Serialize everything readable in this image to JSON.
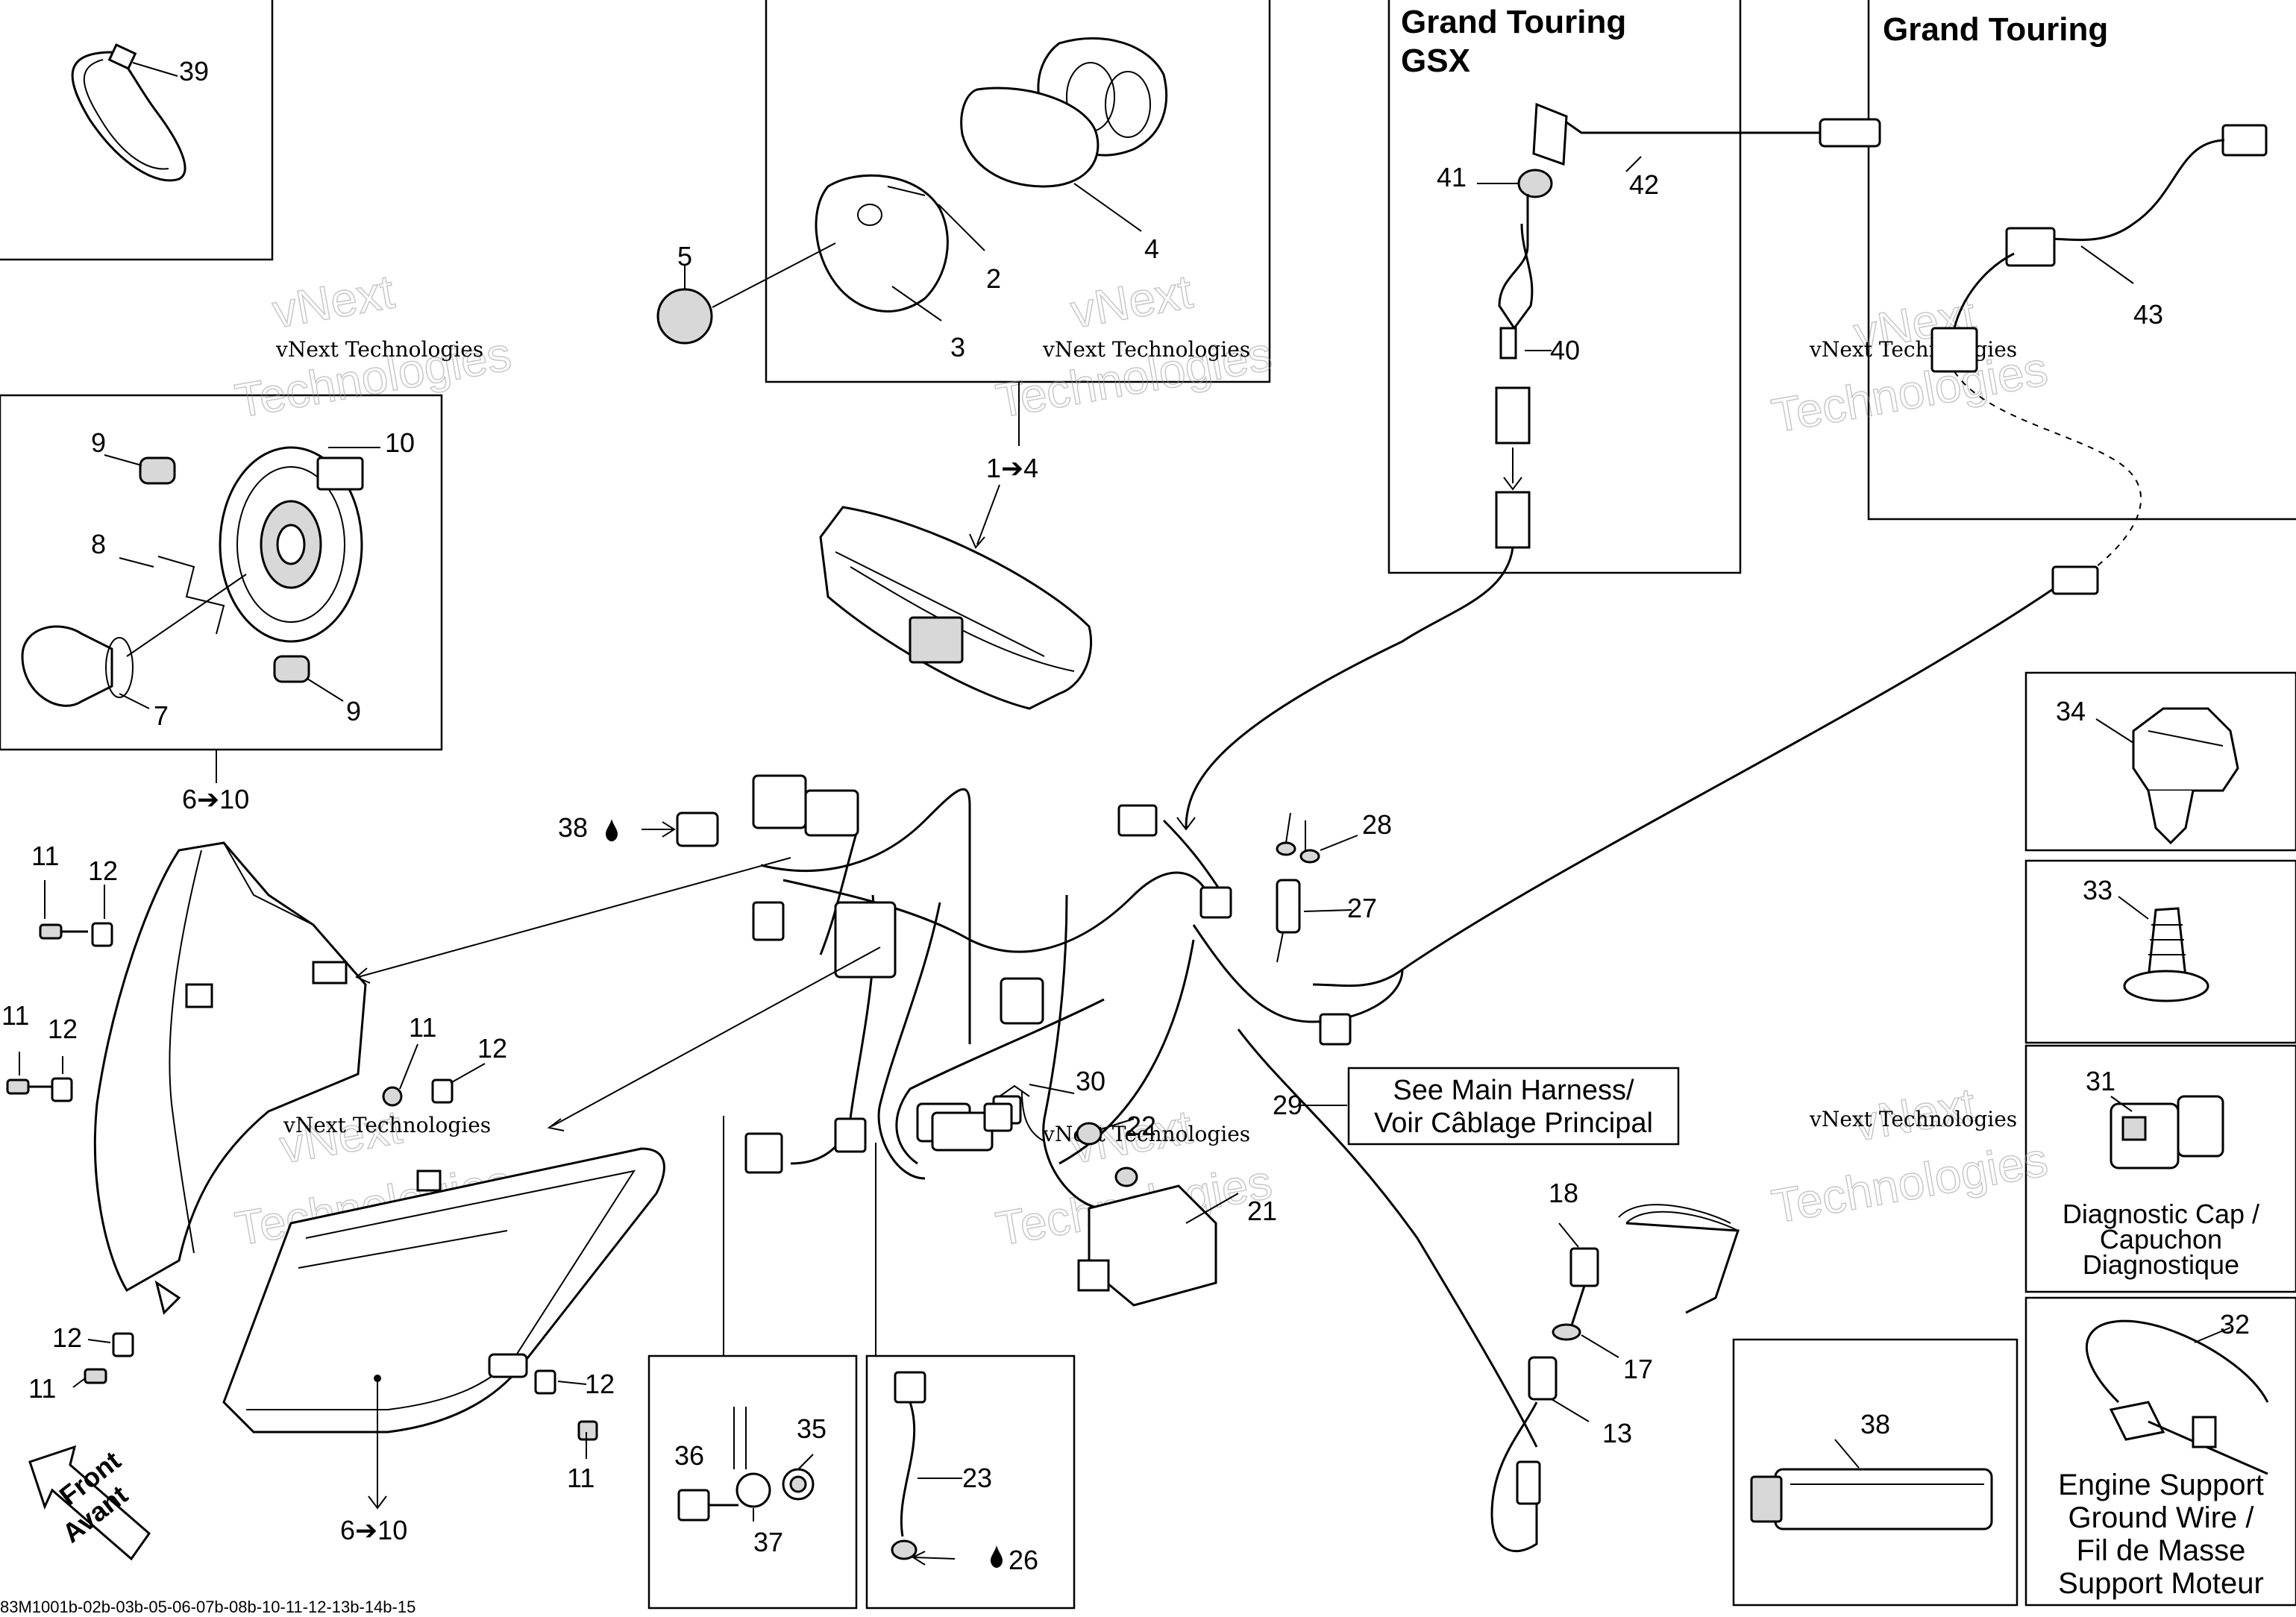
{
  "panels": {
    "gt_gsx_title_line1": "Grand Touring",
    "gt_gsx_title_line2": "GSX",
    "gt_title": "Grand Touring"
  },
  "callouts": {
    "c39": "39",
    "c5": "5",
    "c2": "2",
    "c4": "4",
    "c3": "3",
    "c41": "41",
    "c42": "42",
    "c40": "40",
    "c43": "43",
    "c9a": "9",
    "c10": "10",
    "c8": "8",
    "c7": "7",
    "c9b": "9",
    "c1to4": "1➔4",
    "c6to10_top": "6➔10",
    "c6to10_bottom": "6➔10",
    "c38_main": "38",
    "c28": "28",
    "c27": "27",
    "c11a": "11",
    "c12a": "12",
    "c11b": "11",
    "c12b": "12",
    "c11c": "11",
    "c12c": "12",
    "c12d": "12",
    "c11d": "11",
    "c12e": "12",
    "c11e": "11",
    "c34": "34",
    "c33": "33",
    "c31": "31",
    "c32": "32",
    "c30": "30",
    "c22": "22",
    "c21": "21",
    "c29": "29",
    "c18": "18",
    "c17": "17",
    "c13": "13",
    "c35": "35",
    "c36": "36",
    "c37": "37",
    "c23": "23",
    "c26": "26",
    "c38_box": "38"
  },
  "notes": {
    "main_harness_line1": "See Main Harness/",
    "main_harness_line2": "Voir Câblage Principal",
    "diag_cap_line1": "Diagnostic Cap /",
    "diag_cap_line2": "Capuchon",
    "diag_cap_line3": "Diagnostique",
    "ground_line1": "Engine Support",
    "ground_line2": "Ground Wire /",
    "ground_line3": "Fil de Masse",
    "ground_line4": "Support Moteur",
    "front_line1": "Front",
    "front_line2": "Avant"
  },
  "watermark": {
    "line1": "vNext Technologies",
    "big1": "vNext",
    "big2": "Technologies"
  },
  "drawing_code": "83M1001b-02b-03b-05-06-07b-08b-10-11-12-13b-14b-15"
}
